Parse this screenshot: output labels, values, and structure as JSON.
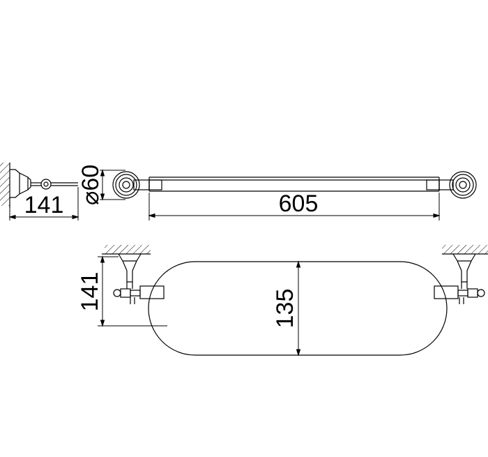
{
  "drawing": {
    "side_view": {
      "depth": "141",
      "rosette_diameter": "⌀60",
      "length": "605"
    },
    "top_view": {
      "depth": "141",
      "shelf_width": "135"
    },
    "colors": {
      "line": "#000000",
      "background": "#ffffff"
    }
  }
}
